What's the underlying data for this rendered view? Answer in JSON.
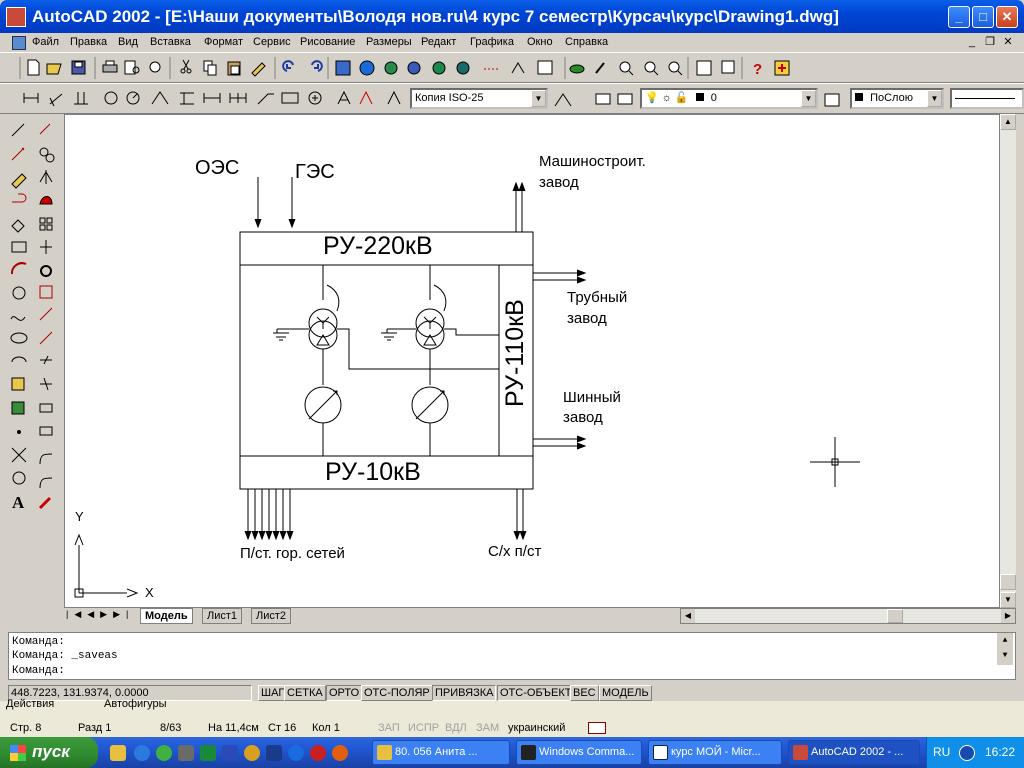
{
  "window": {
    "title": "AutoCAD 2002 - [E:\\Наши документы\\Володя нов.ru\\4 курс 7 семестр\\Курсач\\курс\\Drawing1.dwg]",
    "minimize": "_",
    "maximize": "□",
    "close": "✕"
  },
  "menu": [
    "Файл",
    "Правка",
    "Вид",
    "Вставка",
    "Формат",
    "Сервис",
    "Рисование",
    "Размеры",
    "Редакт",
    "Графика",
    "Окно",
    "Справка"
  ],
  "dimstyle": {
    "value": "Копия ISO-25"
  },
  "layer": {
    "value": "0"
  },
  "color": {
    "value": "ПоСлою"
  },
  "diagram": {
    "src1": "ОЭС",
    "src2": "ГЭС",
    "ru220": "РУ-220кВ",
    "ru110": "РУ-110кВ",
    "ru10": "РУ-10кВ",
    "plant1_line1": "Машиностроит.",
    "plant1_line2": "завод",
    "plant2_line1": "Трубный",
    "plant2_line2": "завод",
    "plant3_line1": "Шинный",
    "plant3_line2": "завод",
    "out1": "П/ст. гор. сетей",
    "out2": "С/х п/ст"
  },
  "ucs": {
    "x": "X",
    "y": "Y"
  },
  "tabs": [
    "Модель",
    "Лист1",
    "Лист2"
  ],
  "command": {
    "line1": "Команда:",
    "line2": "Команда: _saveas",
    "line3": "Команда:"
  },
  "status": {
    "coords": "448.7223, 131.9374, 0.0000",
    "buttons": [
      "ШАГ",
      "СЕТКА",
      "ОРТО",
      "ОТС-ПОЛЯР",
      "ПРИВЯЗКА",
      "ОТС-ОБЪЕКТ",
      "ВЕС",
      "МОДЕЛЬ"
    ]
  },
  "word": {
    "draw_menu": "Действия",
    "autoshapes": "Автофигуры",
    "page": "Стр. 8",
    "section": "Разд 1",
    "pages": "8/63",
    "at": "На 11,4см",
    "line": "Ст 16",
    "col": "Кол 1",
    "rec": "ЗАП",
    "trk": "ИСПР",
    "ext": "ВДЛ",
    "ovr": "ЗАМ",
    "lang": "украинский"
  },
  "taskbar": {
    "start": "пуск",
    "items": [
      "80. 056 Анита ...",
      "Windows Comma...",
      "курс МОЙ - Micr...",
      "AutoCAD 2002 - ..."
    ],
    "lang": "RU",
    "clock": "16:22"
  },
  "colors": {
    "titlebar": "#0046d5",
    "taskbar": "#245edc",
    "start": "#2f8a2f"
  }
}
